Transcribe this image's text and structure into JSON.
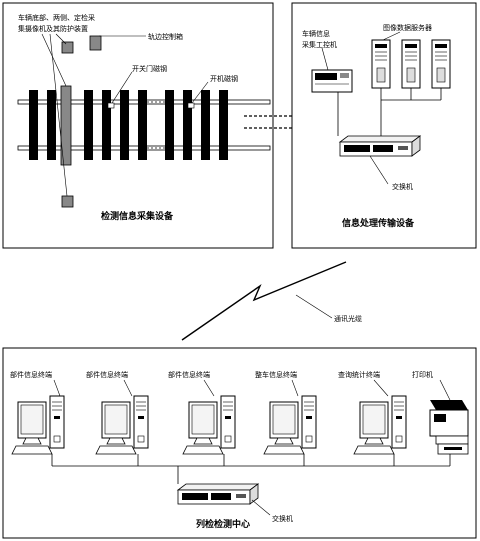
{
  "acquisition": {
    "title": "检测信息采集设备",
    "camera_label_line1": "车辆底部、两侧、定检采",
    "camera_label_line2": "集摄像机及其防护装置",
    "track_controller_label": "轨边控制箱",
    "gate_magnet_label": "开关门磁钢",
    "start_magnet_label": "开机磁钢"
  },
  "processing": {
    "title": "信息处理传输设备",
    "control_pc_line1": "车辆信息",
    "control_pc_line2": "采集工控机",
    "image_server_label": "图像数据服务器",
    "switch_label": "交换机"
  },
  "link": {
    "fiber_label": "通讯光缆"
  },
  "center": {
    "title": "列检检测中心",
    "terminals": [
      {
        "label": "部件信息终端"
      },
      {
        "label": "部件信息终端"
      },
      {
        "label": "部件信息终端"
      },
      {
        "label": "整车信息终端"
      },
      {
        "label": "查询统计终端"
      }
    ],
    "printer_label": "打印机",
    "switch_label": "交换机"
  }
}
